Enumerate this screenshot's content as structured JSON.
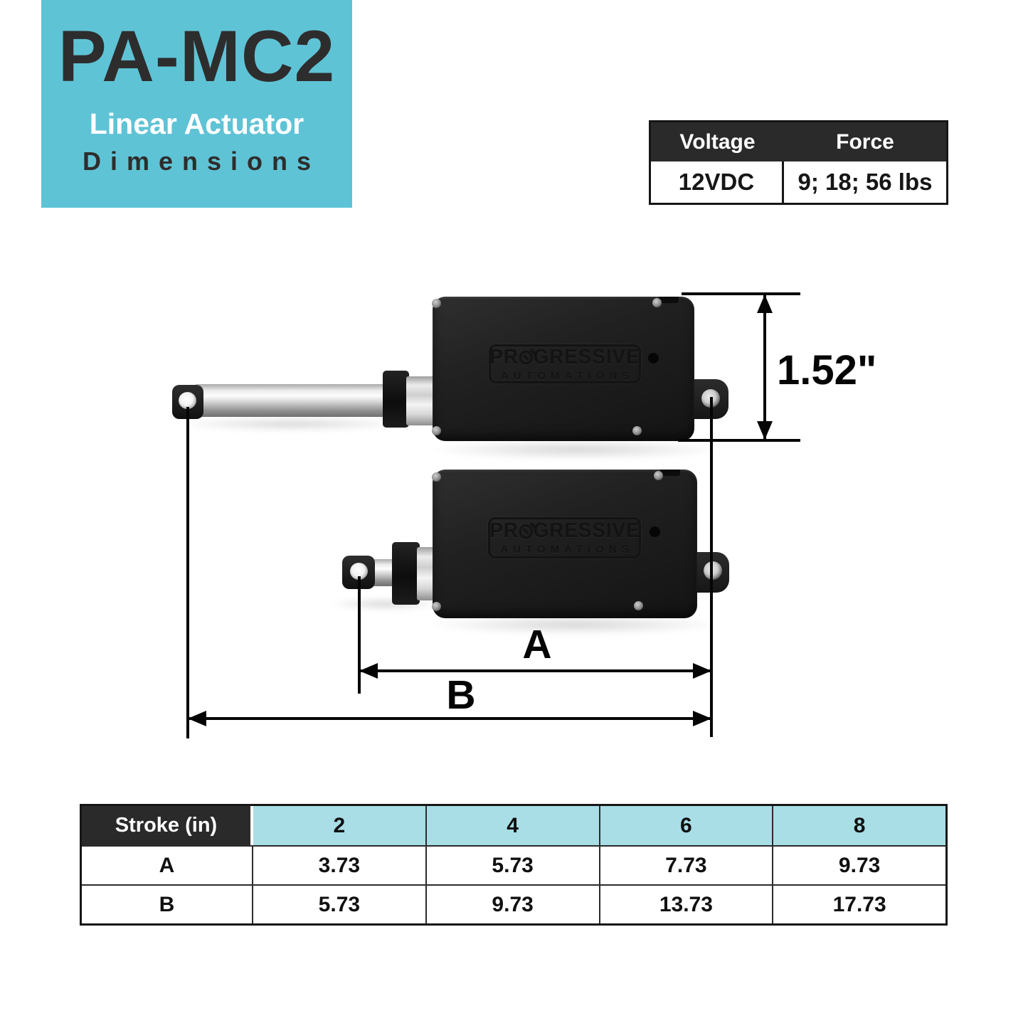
{
  "banner": {
    "model": "PA-MC2",
    "subtitle_line1": "Linear Actuator",
    "subtitle_line2": "Dimensions",
    "bg_color": "#5fc3d6"
  },
  "spec_table": {
    "headers": [
      "Voltage",
      "Force"
    ],
    "row": [
      "12VDC",
      "9; 18; 56 lbs"
    ],
    "header_bg": "#2b2a2a"
  },
  "brand": {
    "line1_pre": "PR",
    "line1_post": "GRESSIVE",
    "line2": "AUTOMATIONS"
  },
  "dimensions": {
    "height_label": "1.52\"",
    "a_label": "A",
    "b_label": "B"
  },
  "stroke_table": {
    "header": [
      "Stroke (in)",
      "2",
      "4",
      "6",
      "8"
    ],
    "rows": [
      [
        "A",
        "3.73",
        "5.73",
        "7.73",
        "9.73"
      ],
      [
        "B",
        "5.73",
        "9.73",
        "13.73",
        "17.73"
      ]
    ],
    "header_cell_bg": "#a9dee6",
    "label_cell_bg": "#2b2a2a"
  }
}
